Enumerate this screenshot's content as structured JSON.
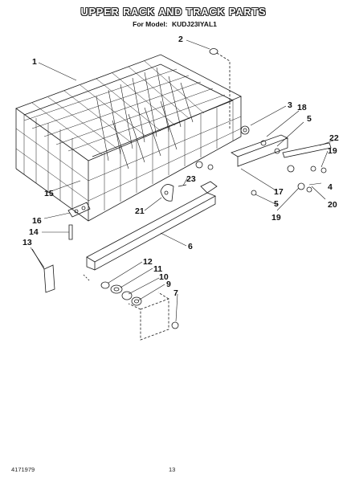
{
  "header": {
    "title": "UPPER RACK AND TRACK PARTS",
    "subtitle_prefix": "For Model:",
    "model": "KUDJ23IYAL1"
  },
  "footer": {
    "part_number": "4171979",
    "page_number": "13"
  },
  "callouts": [
    "1",
    "2",
    "3",
    "18",
    "5",
    "22",
    "19",
    "4",
    "20",
    "17",
    "5",
    "19",
    "23",
    "15",
    "21",
    "16",
    "14",
    "13",
    "6",
    "12",
    "11",
    "10",
    "9",
    "7"
  ]
}
